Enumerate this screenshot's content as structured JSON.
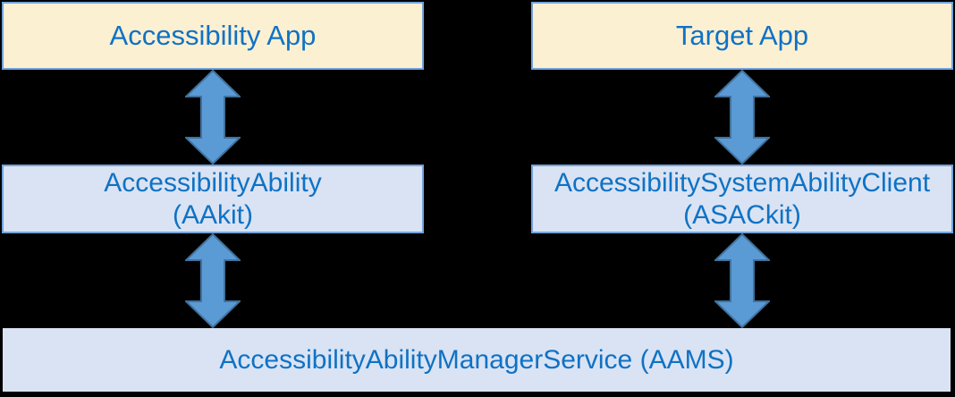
{
  "theme": {
    "canvas_bg": "#000000",
    "cream_fill": "#FCF0D2",
    "blue_fill": "#DAE3F3",
    "box_border": "#74A3DA",
    "arrow_fill": "#5B9BD5",
    "arrow_stroke": "#41719C",
    "text_color": "#0F72C5"
  },
  "boxes": {
    "accessibility_app": {
      "label": "Accessibility App"
    },
    "target_app": {
      "label": "Target App"
    },
    "aakit": {
      "line1": "AccessibilityAbility",
      "line2": "(AAkit)"
    },
    "asackit": {
      "line1": "AccessibilitySystemAbilityClient",
      "line2": "(ASACkit)"
    },
    "aams": {
      "label": "AccessibilityAbilityManagerService (AAMS)"
    }
  },
  "connections": [
    {
      "from": "accessibility_app",
      "to": "aakit",
      "type": "bidirectional"
    },
    {
      "from": "target_app",
      "to": "asackit",
      "type": "bidirectional"
    },
    {
      "from": "aakit",
      "to": "aams",
      "type": "bidirectional"
    },
    {
      "from": "asackit",
      "to": "aams",
      "type": "bidirectional"
    }
  ]
}
